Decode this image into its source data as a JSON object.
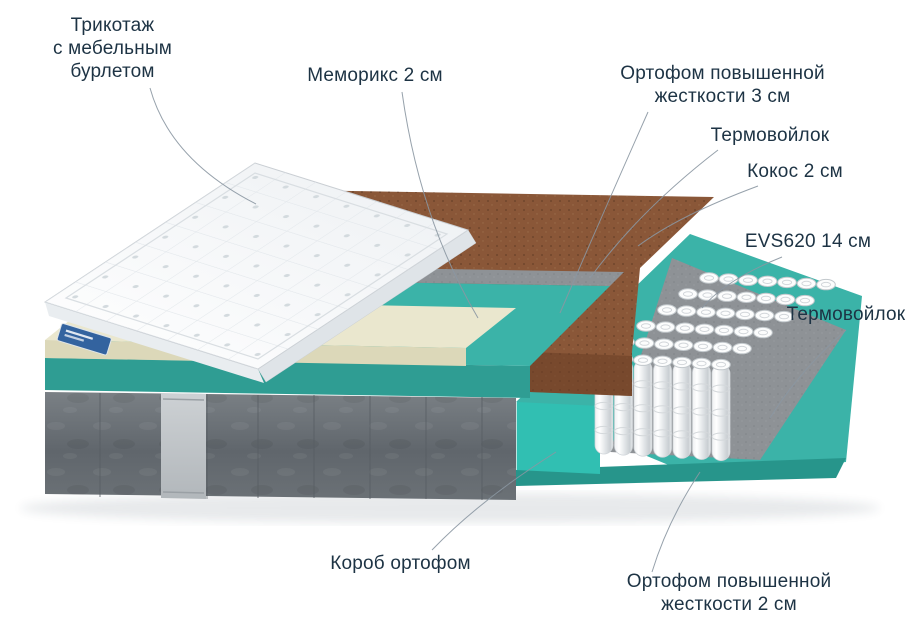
{
  "diagram": {
    "type": "mattress-layer-cutaway",
    "labels": {
      "cover": "Трикотаж\nс мебельным\nбурлетом",
      "memory": "Меморикс 2 см",
      "orthofoam3": "Ортофом повышенной\nжесткости 3 см",
      "thermofelt_top": "Термовойлок",
      "coir": "Кокос 2 см",
      "springs": "EVS620 14 см",
      "thermofelt_side": "Термовойлок",
      "box": "Короб ортофом",
      "orthofoam2": "Ортофом повышенной\nжесткости 2 см"
    },
    "colors": {
      "teal": "#3bb3a8",
      "teal_dark": "#2f9d93",
      "teal_bright": "#31bfb2",
      "teal_deep": "#27958b",
      "cream": "#eae7ce",
      "cream_dark": "#dcd8b9",
      "coir": "#8a5738",
      "coir_dark": "#6d4027",
      "felt": "#8e9296",
      "fabric": "#6e757b",
      "label_text": "#1d3344",
      "leader": "#8b97a2"
    }
  }
}
